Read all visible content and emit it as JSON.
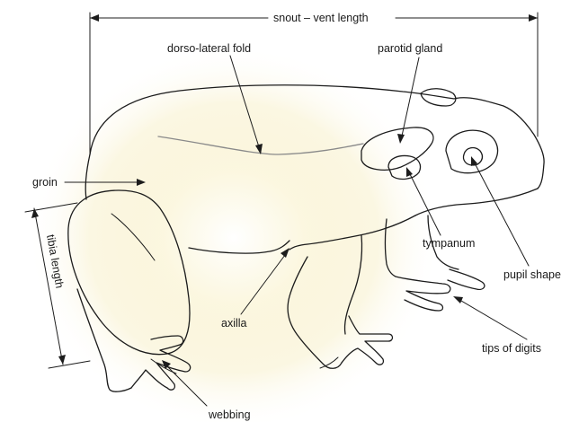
{
  "labels": {
    "snout_vent_length": "snout – vent length",
    "dorso_lateral_fold": "dorso-lateral fold",
    "parotid_gland": "parotid gland",
    "groin": "groin",
    "tibia_length": "tibia length",
    "tympanum": "tympanum",
    "pupil_shape": "pupil shape",
    "axilla": "axilla",
    "tips_of_digits": "tips of digits",
    "webbing": "webbing"
  },
  "colors": {
    "ink": "#1c1c1c",
    "fold_line": "#8a8a8a",
    "glow": "#f7efc6"
  }
}
